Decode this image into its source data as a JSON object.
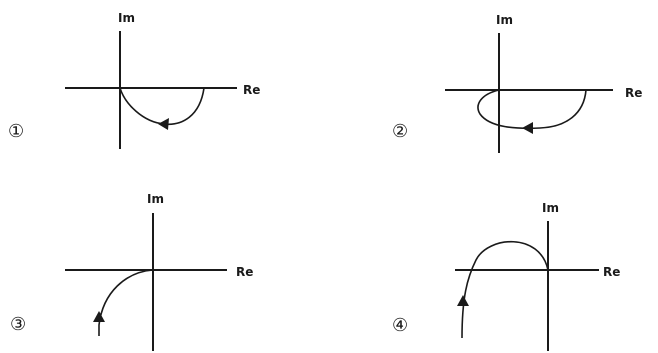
{
  "panels": [
    {
      "label": "①",
      "real_axis_label": "Re",
      "imag_axis_label": "Im"
    },
    {
      "label": "②",
      "real_axis_label": "Re",
      "imag_axis_label": "Im"
    },
    {
      "label": "③",
      "real_axis_label": "Re",
      "imag_axis_label": "Im"
    },
    {
      "label": "④",
      "real_axis_label": "Re",
      "imag_axis_label": "Im"
    }
  ]
}
